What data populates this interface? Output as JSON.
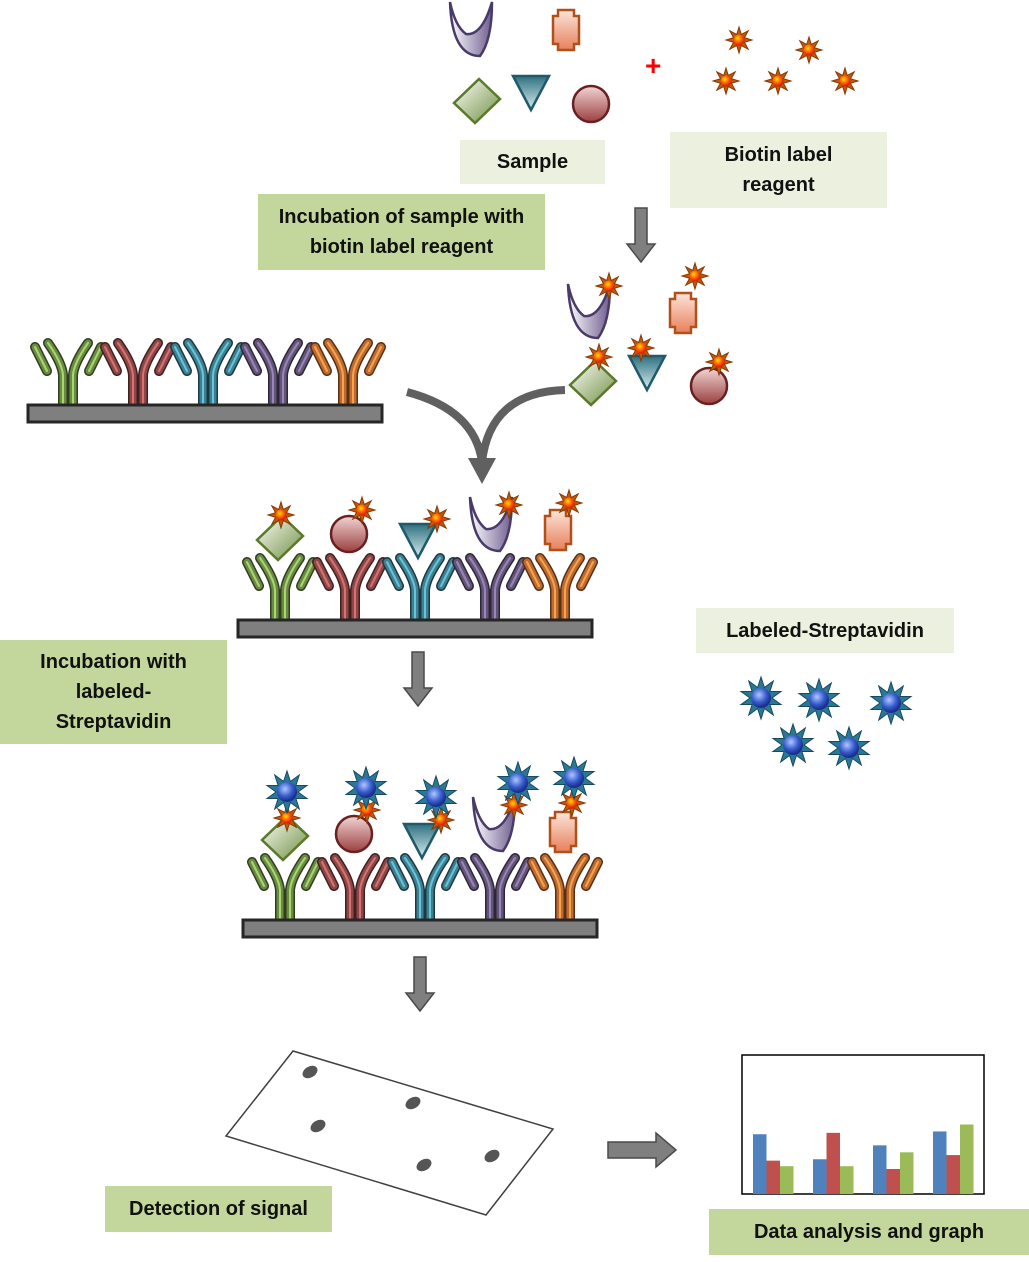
{
  "labels": {
    "sample": "Sample",
    "biotin_reagent": "Biotin label reagent",
    "incubation_biotin": "Incubation of sample with biotin label reagent",
    "labeled_streptavidin": "Labeled-Streptavidin",
    "incubation_streptavidin": "Incubation with labeled-Streptavidin",
    "detection": "Detection of signal",
    "data_analysis": "Data analysis and graph",
    "plus": "+"
  },
  "colors": {
    "label_light": "#ebf1de",
    "label_dark": "#c3d69b",
    "arrow": "#606060",
    "plate": "#7f7f7f",
    "antibodies": [
      "#6b8a45",
      "#8c4848",
      "#3f7f8f",
      "#635578",
      "#c06a30"
    ],
    "biotin": "#c0580e",
    "streptavidin_spikes": "#2a7896",
    "streptavidin_core": "#3a5fcf",
    "graph_series": [
      "#4f81bd",
      "#c0504d",
      "#9bbb59"
    ]
  },
  "graph": {
    "type": "bar",
    "groups": 4,
    "series_values": [
      [
        43,
        25,
        35,
        45
      ],
      [
        24,
        44,
        18,
        28
      ],
      [
        20,
        20,
        30,
        50
      ]
    ]
  }
}
